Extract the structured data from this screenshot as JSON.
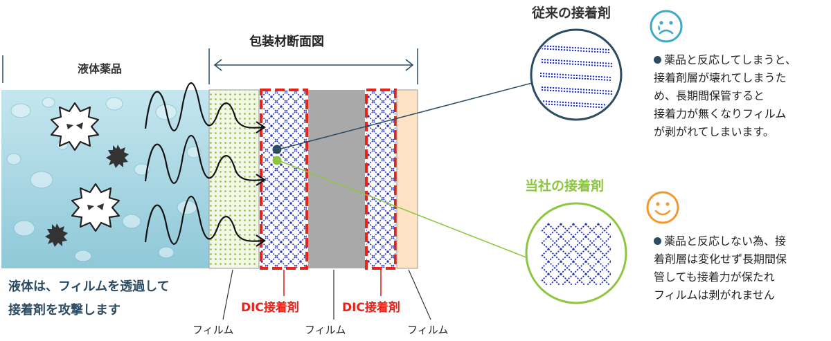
{
  "liquid": {
    "header": "液体薬品",
    "caption_line1": "液体は、フィルムを透過して",
    "caption_line2": "接着剤を攻撃します"
  },
  "cross_section": {
    "title": "包装材断面図",
    "adhesive_label_1": "DIC接着剤",
    "adhesive_label_2": "DIC接着剤",
    "film_label_1": "フィルム",
    "film_label_2": "フィルム",
    "film_label_3": "フィルム"
  },
  "conventional": {
    "heading": "従来の接着剤",
    "face": "sad-face-icon",
    "description": "薬品と反応してしまうと、接着剤層が壊れてしまうため、長期間保管すると接着力が無くなりフィルムが剥がれてしまいます。",
    "desc_lines": [
      "薬品と反応してしまうと、",
      "接着剤層が壊れてしまうた",
      "め、長期間保管すると",
      "接着力が無くなりフィルム",
      "が剥がれてしまいます。"
    ]
  },
  "ours": {
    "heading": "当社の接着剤",
    "face": "smiley-face-icon",
    "desc_lines": [
      "薬品と反応しない為、接",
      "着剤層は変化せず長期間保",
      "管しても接着力が保たれ",
      "フィルムは剥がれません"
    ]
  },
  "colors": {
    "conventional_accent": "#2b4c63",
    "ours_accent": "#8cc63f",
    "adhesive_border": "#e8231a",
    "adhesive_pattern": "#2030c0",
    "sad_face": "#3fa9c9",
    "happy_face": "#f39a2e",
    "middle_film": "#a9a9a9",
    "outer_film": "#fde2c4"
  }
}
